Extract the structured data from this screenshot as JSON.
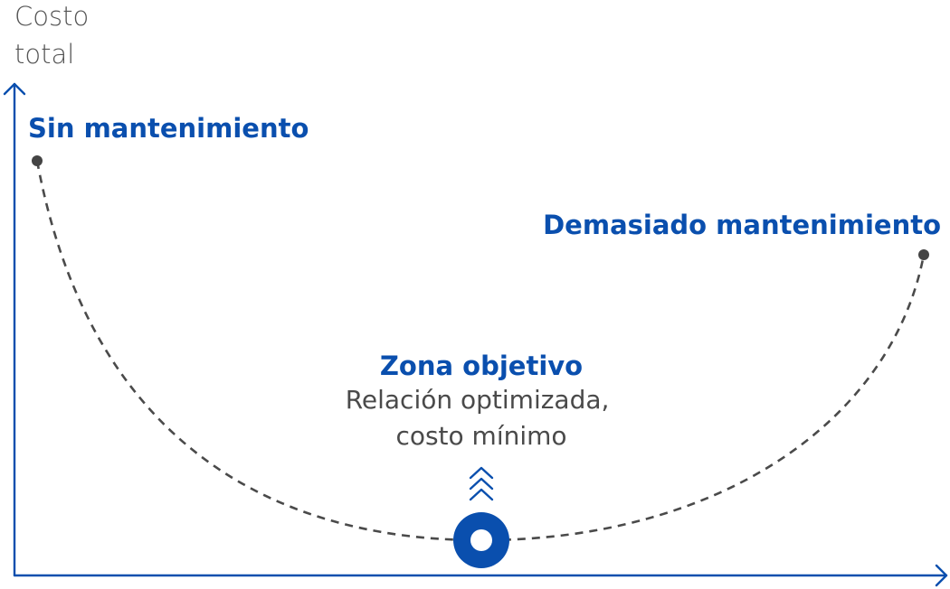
{
  "y_axis_title": [
    "Costo",
    "total"
  ],
  "labels": {
    "no_maintenance": "Sin mantenimiento",
    "too_much_maintenance": "Demasiado mantenimiento",
    "target_zone": "Zona objetivo",
    "target_note": [
      "Relación optimizada,",
      "costo mínimo"
    ]
  },
  "colors": {
    "accent": "#0a4fae",
    "curve": "#4a4a4a",
    "point": "#444444",
    "note_text": "#4a4a4a",
    "axis_title_text": "#555555"
  },
  "icons": {
    "target_marker": "ring-target-icon",
    "indicator": "chevron-up-stack-icon"
  }
}
